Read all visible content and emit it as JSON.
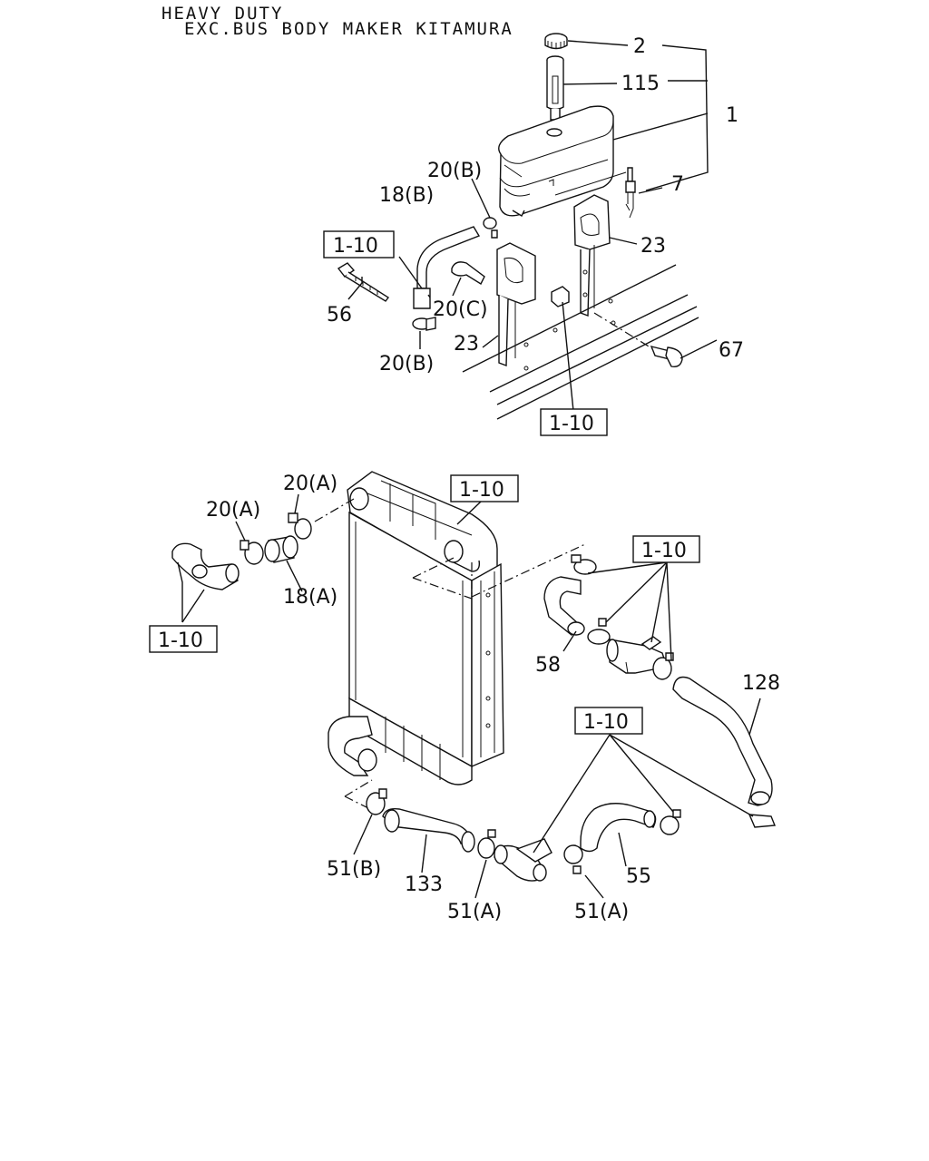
{
  "header": {
    "line1": "HEAVY DUTY",
    "line2": "EXC.BUS BODY MAKER KITAMURA"
  },
  "callouts": {
    "c2": "2",
    "c115": "115",
    "c1": "1",
    "c7": "7",
    "c23a": "23",
    "c67": "67",
    "c20b_top": "20(B)",
    "c18b": "18(B)",
    "ref_top_left": "1-10",
    "c56": "56",
    "c20c": "20(C)",
    "c23b": "23",
    "c20b_bottom": "20(B)",
    "ref_top_mid": "1-10",
    "c20a_left": "20(A)",
    "c20a_right": "20(A)",
    "ref_radiator": "1-10",
    "c18a": "18(A)",
    "ref_left": "1-10",
    "ref_right_upper": "1-10",
    "c58": "58",
    "c128": "128",
    "ref_right_lower": "1-10",
    "c51b": "51(B)",
    "c133": "133",
    "c51a_left": "51(A)",
    "c51a_right": "51(A)",
    "c55": "55"
  }
}
